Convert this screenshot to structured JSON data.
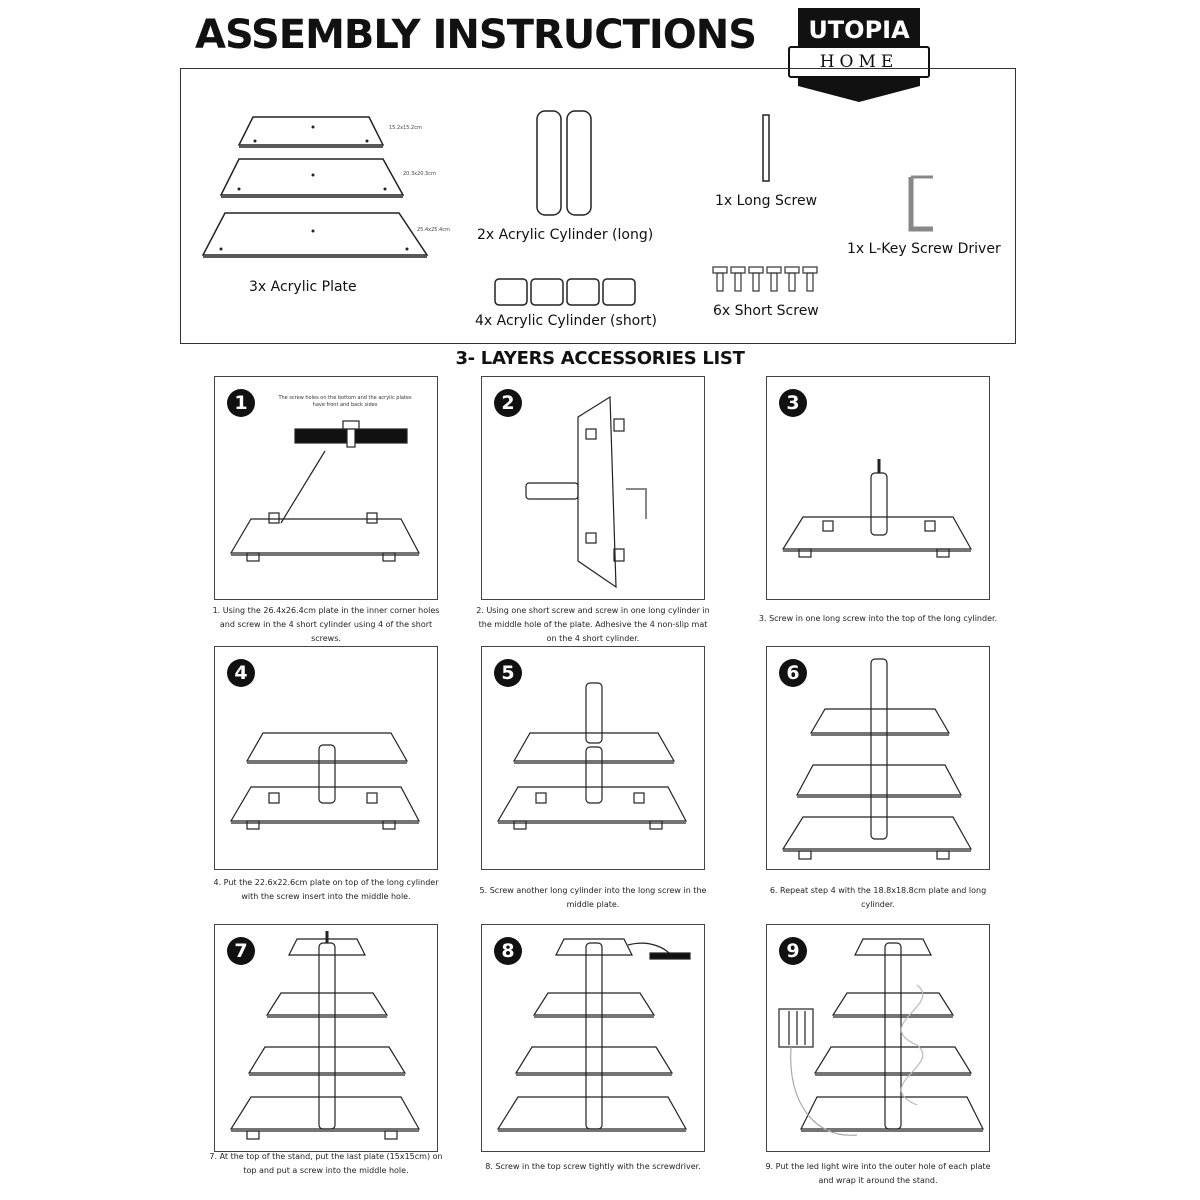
{
  "title": "ASSEMBLY INSTRUCTIONS",
  "logo": {
    "line1": "UTOPIA",
    "line2": "HOME"
  },
  "parts": {
    "plate_dims": [
      "15.2x15.2cm",
      "20.3x20.3cm",
      "25.4x25.4cm"
    ],
    "acrylic_plate": "3x Acrylic Plate",
    "cylinder_long": "2x Acrylic Cylinder (long)",
    "cylinder_short": "4x Acrylic Cylinder (short)",
    "long_screw": "1x Long Screw",
    "short_screw": "6x Short Screw",
    "l_key": "1x L-Key Screw Driver"
  },
  "subheading": "3- LAYERS ACCESSORIES LIST",
  "steps": [
    {
      "num": "1",
      "callout": "The screw holes on the bottom and the acrylic plates have front and back sides",
      "caption": "1. Using the 26.4x26.4cm plate in the inner corner holes and screw in the 4 short cylinder using 4 of the short screws."
    },
    {
      "num": "2",
      "caption": "2. Using one short screw and screw in one long cylinder in the middle hole of the plate. Adhesive the 4 non-slip mat on the 4 short cylinder."
    },
    {
      "num": "3",
      "caption": "3. Screw in one long screw into the top of the long cylinder."
    },
    {
      "num": "4",
      "caption": "4. Put the 22.6x22.6cm plate on top of the long cylinder with the screw insert into the middle hole."
    },
    {
      "num": "5",
      "caption": "5. Screw another long cylinder into the long screw in the middle plate."
    },
    {
      "num": "6",
      "caption": "6. Repeat step 4 with the 18.8x18.8cm plate and long cylinder."
    },
    {
      "num": "7",
      "caption": "7. At the top of the stand, put the last plate (15x15cm) on top and put a screw into the middle hole."
    },
    {
      "num": "8",
      "caption": "8. Screw in the top screw tightly with the screwdriver."
    },
    {
      "num": "9",
      "caption": "9. Put the led light wire into the outer hole of each plate and wrap it around the stand."
    }
  ]
}
